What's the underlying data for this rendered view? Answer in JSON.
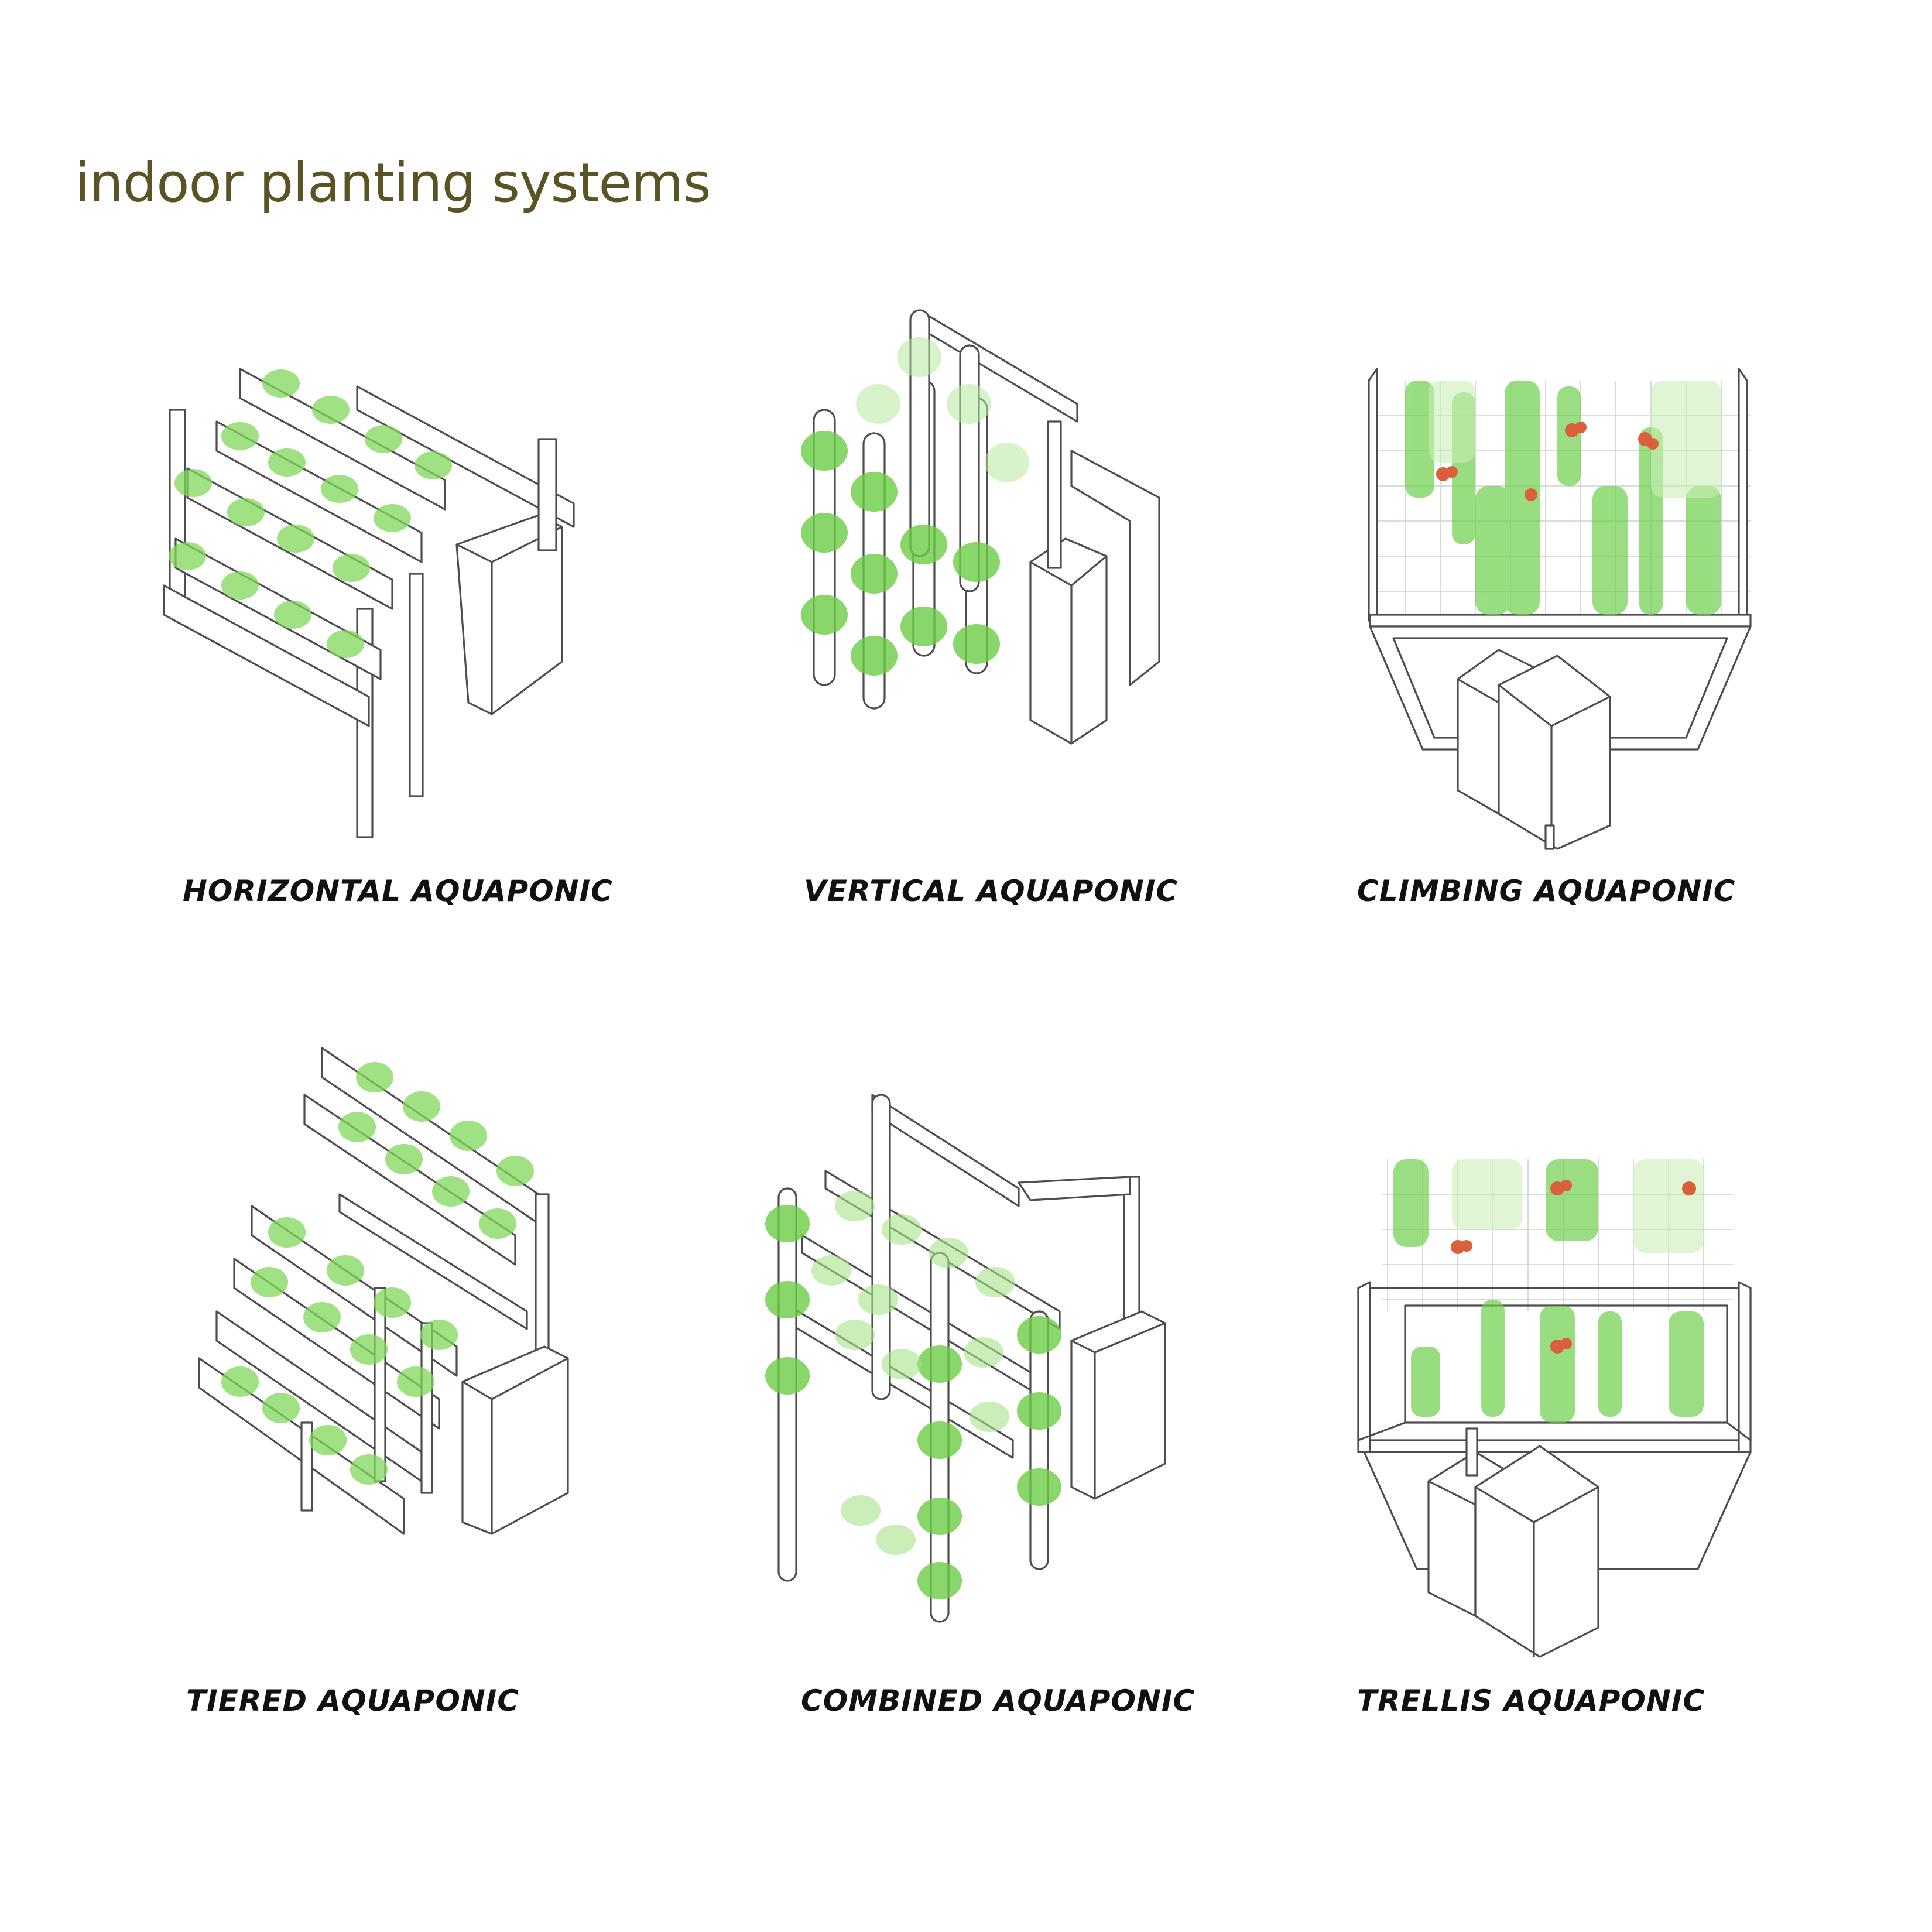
{
  "title": "indoor planting systems",
  "systems": [
    {
      "label": "HORIZONTAL AQUAPONIC"
    },
    {
      "label": "VERTICAL AQUAPONIC"
    },
    {
      "label": "CLIMBING AQUAPONIC"
    },
    {
      "label": "TIERED AQUAPONIC"
    },
    {
      "label": "COMBINED AQUAPONIC"
    },
    {
      "label": "TRELLIS AQUAPONIC"
    }
  ],
  "colors": {
    "title": "#5a5424",
    "line": "#4d4d4d",
    "plant": "#6dcf4a",
    "plant_light": "#b8eaa0",
    "fruit": "#d9603a",
    "label": "#111111"
  }
}
